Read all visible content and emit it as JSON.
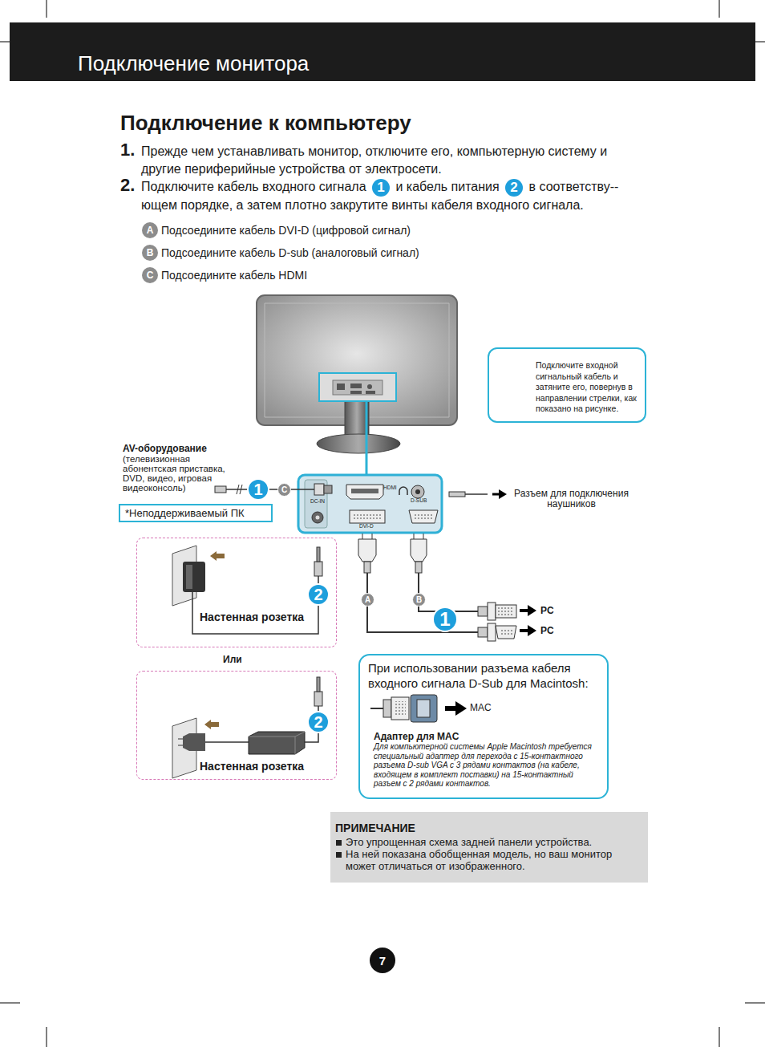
{
  "diagram": {
    "title": "Подключение к компьютеру",
    "nodes": [
      {
        "text": [
          "Подключение монитора"
        ]
      },
      {
        "text": [
          "Подключите входной сигнальный кабель и затяните его, повернув в направлении стрелки, как показано на рисунке."
        ]
      },
      {
        "text": [
          "*Неподдерживаемый ПК"
        ]
      },
      {
        "text": [
          "DC-IN",
          "HDMI",
          "D-SUB",
          "DVI-D"
        ]
      },
      {
        "text": [
          "Настенная розетка"
        ]
      },
      {
        "text": [
          "Настенная розетка"
        ]
      },
      {
        "text": [
          "При использовании разъема кабеля входного сигнала D-Sub для Macintosh:",
          "MAC",
          "Адаптер для MAC",
          "Для компьютерной системы Apple Macintosh требуется специальный адаптер для перехода с 15-контактного разъема D-sub VGA с 3 рядами контактов (на кабеле, входящем в комплект поставки) на 15-контактный разъем с 2 рядами контактов."
        ]
      },
      {
        "text": [
          "ПРИМЕЧАНИЕ",
          "Это упрощенная схема задней панели устройства.",
          "На ней показана обобщенная модель, но ваш монитор может отличаться от изображенного."
        ]
      },
      {
        "text": [
          "7"
        ]
      }
    ],
    "labels": [
      "1.",
      "Прежде чем устанавливать монитор, отключите его, компьютерную систему и другие периферийные устройства от электросети.",
      "2.",
      "Подключите кабель входного сигнала",
      "1",
      "и кабель питания",
      "2",
      "в соответству-- ющем порядке, а затем плотно закрутите винты кабеля входного сигнала.",
      "A",
      "Подсоедините кабель DVI-D (цифровой сигнал)",
      "B",
      "Подсоедините кабель D-sub (аналоговый сигнал)",
      "C",
      "Подсоедините кабель HDMI",
      "AV-оборудование",
      "(телевизионная абонентская приставка, DVD, видео, игровая видеоконсоль)",
      "1",
      "C",
      "Разъем для подключения наушников",
      "2",
      "Или",
      "2",
      "A",
      "B",
      "1",
      "PC",
      "PC"
    ]
  }
}
